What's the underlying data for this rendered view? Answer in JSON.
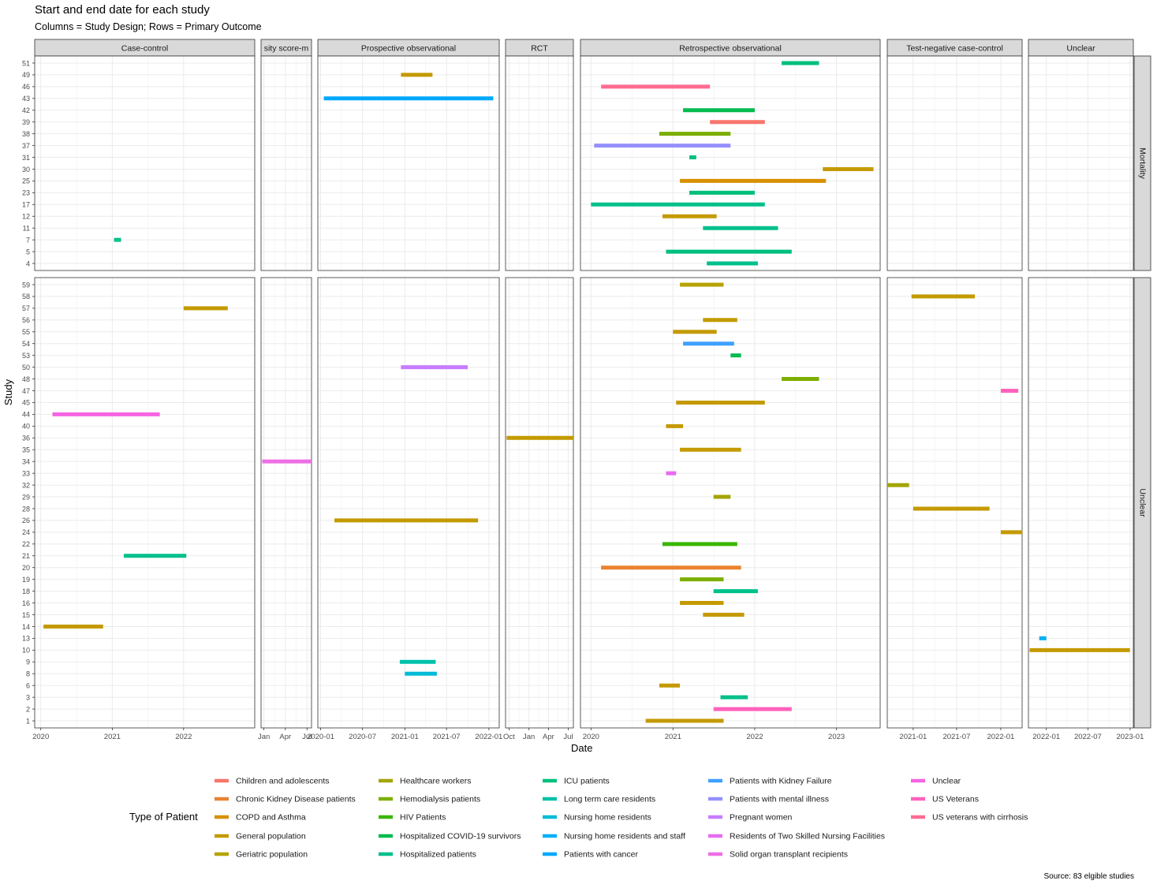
{
  "chart_data": {
    "type": "gantt-faceted",
    "title": "Start and end date for each study",
    "subtitle": "Columns = Study Design; Rows = Primary Outcome",
    "xlabel": "Date",
    "ylabel": "Study",
    "caption": "Source: 83 elgible studies",
    "legend_title": "Type of Patient",
    "legend_position": "bottom",
    "grid": true,
    "legend": [
      {
        "name": "Children and adolescents",
        "color": "#F8766D"
      },
      {
        "name": "Healthcare workers",
        "color": "#A3A500"
      },
      {
        "name": "ICU patients",
        "color": "#00BF7D"
      },
      {
        "name": "Patients with Kidney Failure",
        "color": "#3FA0FF"
      },
      {
        "name": "Unclear",
        "color": "#F564E3"
      },
      {
        "name": "Chronic Kidney Disease patients",
        "color": "#EA8331"
      },
      {
        "name": "Hemodialysis patients",
        "color": "#7CAE00"
      },
      {
        "name": "Long term care residents",
        "color": "#00C1AA"
      },
      {
        "name": "Patients with mental illness",
        "color": "#9590FF"
      },
      {
        "name": "US Veterans",
        "color": "#FF62BC"
      },
      {
        "name": "COPD and Asthma",
        "color": "#D89000"
      },
      {
        "name": "HIV Patients",
        "color": "#39B600"
      },
      {
        "name": "Nursing home residents",
        "color": "#00BCD8"
      },
      {
        "name": "Pregnant women",
        "color": "#C77CFF"
      },
      {
        "name": "US veterans with cirrhosis",
        "color": "#FF6C91"
      },
      {
        "name": "General population",
        "color": "#C49A00"
      },
      {
        "name": "Hospitalized COVID-19 survivors",
        "color": "#00BB4E"
      },
      {
        "name": "Nursing home residents and staff",
        "color": "#00B0F6"
      },
      {
        "name": "Residents of Two Skilled Nursing Facilities",
        "color": "#E76BF3"
      },
      {
        "name": "Geriatric population",
        "color": "#B6A300"
      },
      {
        "name": "Hospitalized patients",
        "color": "#00C08B"
      },
      {
        "name": "Patients with cancer",
        "color": "#00A9FF"
      },
      {
        "name": "Solid organ transplant recipients",
        "color": "#EE6FE5"
      }
    ],
    "facet_columns": [
      {
        "label": "Case-control",
        "xlim": [
          "2019-12-01",
          "2022-12-31"
        ],
        "ticks": [
          {
            "date": "2020-01-01",
            "label": "2020"
          },
          {
            "date": "2021-01-01",
            "label": "2021"
          },
          {
            "date": "2022-01-01",
            "label": "2022"
          }
        ]
      },
      {
        "label": "sity score-m",
        "xlim": [
          "2020-12-20",
          "2021-07-20"
        ],
        "ticks": [
          {
            "date": "2021-01-01",
            "label": "Jan"
          },
          {
            "date": "2021-04-01",
            "label": "Apr"
          },
          {
            "date": "2021-07-01",
            "label": "Jul"
          }
        ]
      },
      {
        "label": "Prospective observational",
        "xlim": [
          "2019-12-20",
          "2022-02-15"
        ],
        "ticks": [
          {
            "date": "2020-01-01",
            "label": "2020-01"
          },
          {
            "date": "2020-07-01",
            "label": "2020-07"
          },
          {
            "date": "2021-01-01",
            "label": "2021-01"
          },
          {
            "date": "2021-07-01",
            "label": "2021-07"
          },
          {
            "date": "2022-01-01",
            "label": "2022-01"
          }
        ]
      },
      {
        "label": "RCT",
        "xlim": [
          "2020-09-15",
          "2021-07-25"
        ],
        "ticks": [
          {
            "date": "2020-10-01",
            "label": "Oct"
          },
          {
            "date": "2021-01-01",
            "label": "Jan"
          },
          {
            "date": "2021-04-01",
            "label": "Apr"
          },
          {
            "date": "2021-07-01",
            "label": "Jul"
          }
        ]
      },
      {
        "label": "Retrospective observational",
        "xlim": [
          "2019-11-15",
          "2023-07-15"
        ],
        "ticks": [
          {
            "date": "2020-01-01",
            "label": "2020"
          },
          {
            "date": "2021-01-01",
            "label": "2021"
          },
          {
            "date": "2022-01-01",
            "label": "2022"
          },
          {
            "date": "2023-01-01",
            "label": "2023"
          }
        ]
      },
      {
        "label": "Test-negative case-control",
        "xlim": [
          "2020-09-15",
          "2022-03-31"
        ],
        "ticks": [
          {
            "date": "2021-01-01",
            "label": "2021-01"
          },
          {
            "date": "2021-07-01",
            "label": "2021-07"
          },
          {
            "date": "2022-01-01",
            "label": "2022-01"
          }
        ]
      },
      {
        "label": "Unclear",
        "xlim": [
          "2021-10-15",
          "2023-01-15"
        ],
        "ticks": [
          {
            "date": "2022-01-01",
            "label": "2022-01"
          },
          {
            "date": "2022-07-01",
            "label": "2022-07"
          },
          {
            "date": "2023-01-01",
            "label": "2023-01"
          }
        ]
      }
    ],
    "facet_rows": [
      {
        "label": "Mortality",
        "studies": [
          "51",
          "49",
          "46",
          "43",
          "42",
          "39",
          "38",
          "37",
          "31",
          "30",
          "25",
          "23",
          "17",
          "12",
          "11",
          "7",
          "5",
          "4"
        ]
      },
      {
        "label": "Unclear",
        "studies": [
          "59",
          "58",
          "57",
          "56",
          "55",
          "54",
          "53",
          "50",
          "48",
          "47",
          "45",
          "44",
          "40",
          "36",
          "35",
          "34",
          "33",
          "32",
          "29",
          "28",
          "26",
          "24",
          "22",
          "21",
          "20",
          "19",
          "18",
          "16",
          "15",
          "14",
          "13",
          "10",
          "9",
          "8",
          "6",
          "3",
          "2",
          "1"
        ]
      }
    ],
    "series": [
      {
        "study": "7",
        "row": 0,
        "col": 0,
        "start": "2021-01-10",
        "end": "2021-02-15",
        "type": "Hospitalized patients"
      },
      {
        "study": "49",
        "row": 0,
        "col": 2,
        "start": "2020-12-15",
        "end": "2021-05-01",
        "type": "General population"
      },
      {
        "study": "43",
        "row": 0,
        "col": 2,
        "start": "2020-01-15",
        "end": "2022-01-20",
        "type": "Patients with cancer"
      },
      {
        "study": "51",
        "row": 0,
        "col": 4,
        "start": "2022-05-01",
        "end": "2022-10-15",
        "type": "ICU patients"
      },
      {
        "study": "46",
        "row": 0,
        "col": 4,
        "start": "2020-02-15",
        "end": "2021-06-15",
        "type": "US veterans with cirrhosis"
      },
      {
        "study": "42",
        "row": 0,
        "col": 4,
        "start": "2021-02-15",
        "end": "2022-01-01",
        "type": "Hospitalized COVID-19 survivors"
      },
      {
        "study": "39",
        "row": 0,
        "col": 4,
        "start": "2021-06-15",
        "end": "2022-02-15",
        "type": "Children and adolescents"
      },
      {
        "study": "38",
        "row": 0,
        "col": 4,
        "start": "2020-11-01",
        "end": "2021-09-15",
        "type": "Hemodialysis patients"
      },
      {
        "study": "37",
        "row": 0,
        "col": 4,
        "start": "2020-01-15",
        "end": "2021-09-15",
        "type": "Patients with mental illness"
      },
      {
        "study": "31",
        "row": 0,
        "col": 4,
        "start": "2021-03-15",
        "end": "2021-04-15",
        "type": "ICU patients"
      },
      {
        "study": "30",
        "row": 0,
        "col": 4,
        "start": "2022-11-01",
        "end": "2023-06-15",
        "type": "General population"
      },
      {
        "study": "25",
        "row": 0,
        "col": 4,
        "start": "2021-02-01",
        "end": "2022-11-15",
        "type": "COPD and Asthma"
      },
      {
        "study": "23",
        "row": 0,
        "col": 4,
        "start": "2021-03-15",
        "end": "2022-01-01",
        "type": "ICU patients"
      },
      {
        "study": "17",
        "row": 0,
        "col": 4,
        "start": "2020-01-01",
        "end": "2022-02-15",
        "type": "Hospitalized patients"
      },
      {
        "study": "12",
        "row": 0,
        "col": 4,
        "start": "2020-11-15",
        "end": "2021-07-15",
        "type": "General population"
      },
      {
        "study": "11",
        "row": 0,
        "col": 4,
        "start": "2021-05-15",
        "end": "2022-04-15",
        "type": "Hospitalized patients"
      },
      {
        "study": "5",
        "row": 0,
        "col": 4,
        "start": "2020-12-01",
        "end": "2022-06-15",
        "type": "ICU patients"
      },
      {
        "study": "4",
        "row": 0,
        "col": 4,
        "start": "2021-06-01",
        "end": "2022-01-15",
        "type": "Hospitalized patients"
      },
      {
        "study": "57",
        "row": 1,
        "col": 0,
        "start": "2022-01-01",
        "end": "2022-08-15",
        "type": "General population"
      },
      {
        "study": "44",
        "row": 1,
        "col": 0,
        "start": "2020-03-01",
        "end": "2021-09-01",
        "type": "Unclear"
      },
      {
        "study": "21",
        "row": 1,
        "col": 0,
        "start": "2021-03-01",
        "end": "2022-01-15",
        "type": "Hospitalized patients"
      },
      {
        "study": "14",
        "row": 1,
        "col": 0,
        "start": "2020-01-15",
        "end": "2020-11-15",
        "type": "General population"
      },
      {
        "study": "34",
        "row": 1,
        "col": 1,
        "start": "2020-12-25",
        "end": "2021-07-20",
        "type": "Solid organ transplant recipients"
      },
      {
        "study": "50",
        "row": 1,
        "col": 2,
        "start": "2020-12-15",
        "end": "2021-10-01",
        "type": "Pregnant women"
      },
      {
        "study": "26",
        "row": 1,
        "col": 2,
        "start": "2020-03-01",
        "end": "2021-11-15",
        "type": "General population"
      },
      {
        "study": "9",
        "row": 1,
        "col": 2,
        "start": "2020-12-10",
        "end": "2021-05-15",
        "type": "Long term care residents"
      },
      {
        "study": "8",
        "row": 1,
        "col": 2,
        "start": "2021-01-01",
        "end": "2021-05-20",
        "type": "Nursing home residents"
      },
      {
        "study": "36",
        "row": 1,
        "col": 3,
        "start": "2020-09-20",
        "end": "2021-07-25",
        "type": "General population"
      },
      {
        "study": "59",
        "row": 1,
        "col": 4,
        "start": "2021-02-01",
        "end": "2021-08-15",
        "type": "Geriatric population"
      },
      {
        "study": "56",
        "row": 1,
        "col": 4,
        "start": "2021-05-15",
        "end": "2021-10-15",
        "type": "General population"
      },
      {
        "study": "55",
        "row": 1,
        "col": 4,
        "start": "2021-01-01",
        "end": "2021-07-15",
        "type": "General population"
      },
      {
        "study": "54",
        "row": 1,
        "col": 4,
        "start": "2021-02-15",
        "end": "2021-10-01",
        "type": "Patients with Kidney Failure"
      },
      {
        "study": "53",
        "row": 1,
        "col": 4,
        "start": "2021-09-15",
        "end": "2021-11-01",
        "type": "Hospitalized COVID-19 survivors"
      },
      {
        "study": "48",
        "row": 1,
        "col": 4,
        "start": "2022-05-01",
        "end": "2022-10-15",
        "type": "Hemodialysis patients"
      },
      {
        "study": "45",
        "row": 1,
        "col": 4,
        "start": "2021-01-15",
        "end": "2022-02-15",
        "type": "General population"
      },
      {
        "study": "40",
        "row": 1,
        "col": 4,
        "start": "2020-12-01",
        "end": "2021-02-15",
        "type": "General population"
      },
      {
        "study": "35",
        "row": 1,
        "col": 4,
        "start": "2021-02-01",
        "end": "2021-11-01",
        "type": "General population"
      },
      {
        "study": "33",
        "row": 1,
        "col": 4,
        "start": "2020-12-01",
        "end": "2021-01-15",
        "type": "Residents of Two Skilled Nursing Facilities"
      },
      {
        "study": "29",
        "row": 1,
        "col": 4,
        "start": "2021-07-01",
        "end": "2021-09-15",
        "type": "Healthcare workers"
      },
      {
        "study": "22",
        "row": 1,
        "col": 4,
        "start": "2020-11-15",
        "end": "2021-10-15",
        "type": "HIV Patients"
      },
      {
        "study": "20",
        "row": 1,
        "col": 4,
        "start": "2020-02-15",
        "end": "2021-11-01",
        "type": "Chronic Kidney Disease patients"
      },
      {
        "study": "19",
        "row": 1,
        "col": 4,
        "start": "2021-02-01",
        "end": "2021-08-15",
        "type": "Hemodialysis patients"
      },
      {
        "study": "18",
        "row": 1,
        "col": 4,
        "start": "2021-07-01",
        "end": "2022-01-15",
        "type": "Hospitalized patients"
      },
      {
        "study": "16",
        "row": 1,
        "col": 4,
        "start": "2021-02-01",
        "end": "2021-08-15",
        "type": "General population"
      },
      {
        "study": "15",
        "row": 1,
        "col": 4,
        "start": "2021-05-15",
        "end": "2021-11-15",
        "type": "General population"
      },
      {
        "study": "6",
        "row": 1,
        "col": 4,
        "start": "2020-11-01",
        "end": "2021-02-01",
        "type": "General population"
      },
      {
        "study": "3",
        "row": 1,
        "col": 4,
        "start": "2021-08-01",
        "end": "2021-12-01",
        "type": "Hospitalized patients"
      },
      {
        "study": "2",
        "row": 1,
        "col": 4,
        "start": "2021-07-01",
        "end": "2022-06-15",
        "type": "US Veterans"
      },
      {
        "study": "1",
        "row": 1,
        "col": 4,
        "start": "2020-09-01",
        "end": "2021-08-15",
        "type": "General population"
      },
      {
        "study": "58",
        "row": 1,
        "col": 5,
        "start": "2020-12-25",
        "end": "2021-09-15",
        "type": "General population"
      },
      {
        "study": "47",
        "row": 1,
        "col": 5,
        "start": "2022-01-01",
        "end": "2022-03-15",
        "type": "US Veterans"
      },
      {
        "study": "32",
        "row": 1,
        "col": 5,
        "start": "2020-09-15",
        "end": "2020-12-15",
        "type": "Healthcare workers"
      },
      {
        "study": "28",
        "row": 1,
        "col": 5,
        "start": "2021-01-01",
        "end": "2021-11-15",
        "type": "General population"
      },
      {
        "study": "24",
        "row": 1,
        "col": 5,
        "start": "2022-01-01",
        "end": "2022-04-01",
        "type": "General population"
      },
      {
        "study": "13",
        "row": 1,
        "col": 6,
        "start": "2021-12-01",
        "end": "2022-01-01",
        "type": "Nursing home residents and staff"
      },
      {
        "study": "10",
        "row": 1,
        "col": 6,
        "start": "2021-10-20",
        "end": "2022-12-31",
        "type": "General population"
      }
    ]
  }
}
